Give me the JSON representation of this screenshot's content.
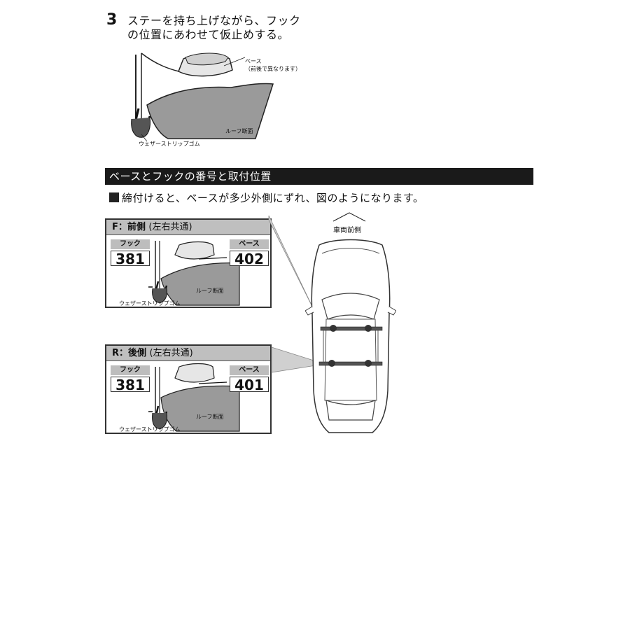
{
  "step": {
    "number": "3",
    "line1": "ステーを持ち上げながら、フック",
    "line2": "の位置にあわせて仮止めする。"
  },
  "top_diagram": {
    "base_label": "ベース",
    "base_note": "（前後で異なります）",
    "roof_label": "ルーフ断面",
    "weatherstrip_label": "ウェザーストリップゴム"
  },
  "section": {
    "title": "ベースとフックの番号と取付位置",
    "note": "締付けると、ベースが多少外側にずれ、図のようになります。"
  },
  "panels": [
    {
      "title_main": "F：前側",
      "title_sub": "(左右共通)",
      "hook_label": "フック",
      "hook_number": "381",
      "base_label": "ベース",
      "base_number": "402",
      "roof_label": "ルーフ断面",
      "weatherstrip_label": "ウェザーストリップゴム"
    },
    {
      "title_main": "R：後側",
      "title_sub": "(左右共通)",
      "hook_label": "フック",
      "hook_number": "381",
      "base_label": "ベース",
      "base_number": "401",
      "roof_label": "ルーフ断面",
      "weatherstrip_label": "ウェザーストリップゴム"
    }
  ],
  "car": {
    "front_label": "車両前側"
  }
}
